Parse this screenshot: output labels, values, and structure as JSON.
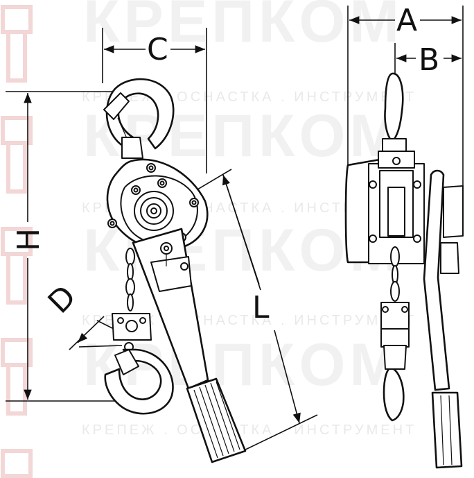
{
  "watermark": {
    "brand": "КРЕПКОМ",
    "slogan": "КРЕПЕЖ . ОСНАСТКА . ИНСТРУМЕНТ"
  },
  "dimensions": {
    "a": "A",
    "b": "B",
    "c": "C",
    "h": "H",
    "d": "D",
    "l": "L"
  }
}
